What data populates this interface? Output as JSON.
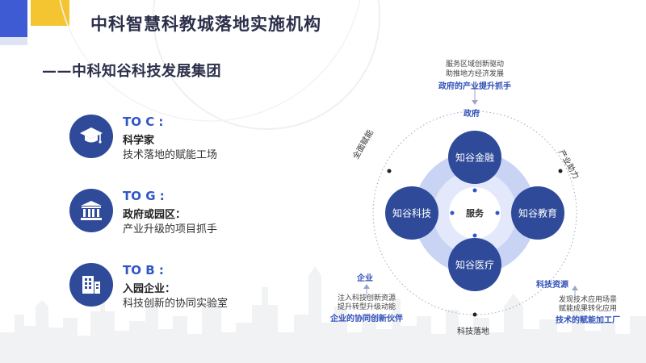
{
  "header": {
    "title": "中科智慧科教城落地实施机构",
    "subtitle": "——中科知谷科技发展集团"
  },
  "blocks": [
    {
      "title": "TO C :",
      "role": "科学家",
      "desc": "技术落地的赋能工场",
      "icon": "graduation-cap-icon"
    },
    {
      "title": "TO G :",
      "role": "政府或园区：",
      "desc": "产业升级的项目抓手",
      "icon": "government-building-icon"
    },
    {
      "title": "TO B :",
      "role": "入园企业：",
      "desc": "科技创新的协同实验室",
      "icon": "office-building-icon"
    }
  ],
  "diagram": {
    "center": "服务",
    "nodes": {
      "top": "知谷金融",
      "left": "知谷科技",
      "right": "知谷教育",
      "bottom": "知谷医疗"
    },
    "government": {
      "note1": "服务区域创新驱动",
      "note2": "助推地方经济发展",
      "role": "政府的产业提升抓手",
      "label": "政府"
    },
    "enterprise": {
      "label": "企业",
      "note1": "注入科技创新资源",
      "note2": "提升转型升级动能",
      "role": "企业的协同创新伙伴"
    },
    "tech": {
      "label": "科技资源",
      "note1": "发现技术应用场景",
      "note2": "赋能成果转化应用",
      "role": "技术的赋能加工厂"
    },
    "arc_labels": {
      "left": "全面赋能",
      "right": "产业助力",
      "bottom": "科技落地"
    }
  },
  "colors": {
    "accent": "#2f56c8",
    "node": "#2e4a99",
    "ring_outer": "#c9d3f4",
    "ring_inner": "#e3e9fb",
    "corner_blue": "#3f5bd4",
    "corner_yellow": "#f5c531"
  }
}
